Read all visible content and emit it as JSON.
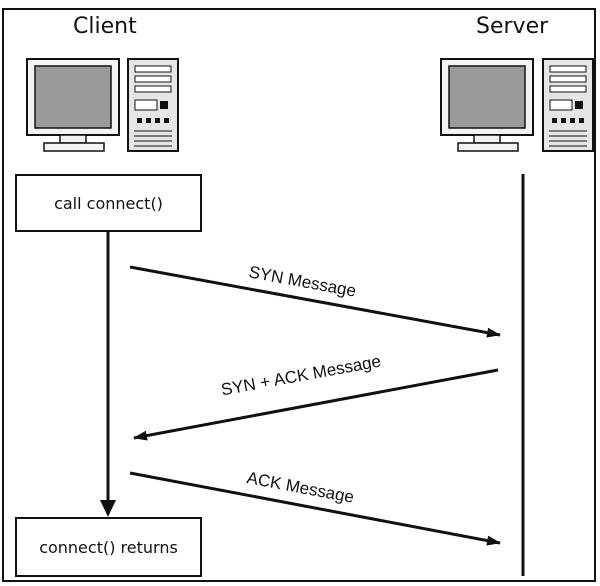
{
  "client": {
    "title": "Client"
  },
  "server": {
    "title": "Server"
  },
  "steps": {
    "start": "call connect()",
    "end": "connect() returns"
  },
  "messages": [
    {
      "label": "SYN Message",
      "direction": "client-to-server"
    },
    {
      "label": "SYN + ACK Message",
      "direction": "server-to-client"
    },
    {
      "label": "ACK Message",
      "direction": "client-to-server"
    }
  ],
  "icons": {
    "client": "desktop-computer-icon",
    "server": "desktop-computer-icon"
  },
  "colors": {
    "stroke": "#111111",
    "screen": "#9a9a9a",
    "case": "#e6e6e6"
  }
}
